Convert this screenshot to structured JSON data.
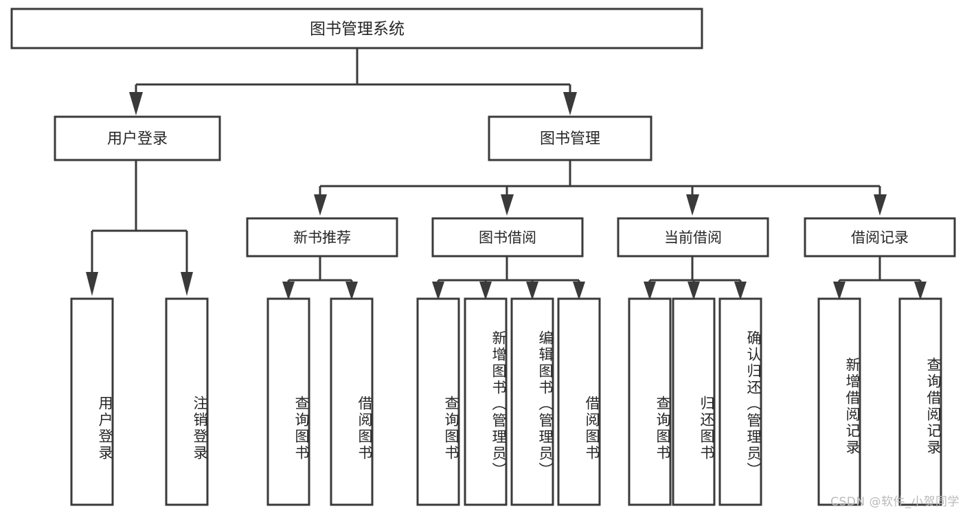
{
  "diagram": {
    "type": "tree",
    "title": "图书管理系统",
    "root": {
      "id": "root",
      "label": "图书管理系统"
    },
    "level1": [
      {
        "id": "user-login",
        "label": "用户登录"
      },
      {
        "id": "book-manage",
        "label": "图书管理"
      }
    ],
    "level2": [
      {
        "id": "new-book-recommend",
        "label": "新书推荐",
        "parent": "book-manage"
      },
      {
        "id": "book-borrow",
        "label": "图书借阅",
        "parent": "book-manage"
      },
      {
        "id": "current-borrow",
        "label": "当前借阅",
        "parent": "book-manage"
      },
      {
        "id": "borrow-record",
        "label": "借阅记录",
        "parent": "book-manage"
      }
    ],
    "leaves": [
      {
        "id": "leaf-user-login",
        "label": "用户登录",
        "parent": "user-login"
      },
      {
        "id": "leaf-logout",
        "label": "注销登录",
        "parent": "user-login"
      },
      {
        "id": "leaf-query-book-1",
        "label": "查询图书",
        "parent": "new-book-recommend"
      },
      {
        "id": "leaf-borrow-book-1",
        "label": "借阅图书",
        "parent": "new-book-recommend"
      },
      {
        "id": "leaf-query-book-2",
        "label": "查询图书",
        "parent": "book-borrow"
      },
      {
        "id": "leaf-add-book",
        "label": "新增图书（管理员）",
        "parent": "book-borrow"
      },
      {
        "id": "leaf-edit-book",
        "label": "编辑图书（管理员）",
        "parent": "book-borrow"
      },
      {
        "id": "leaf-borrow-book-2",
        "label": "借阅图书",
        "parent": "book-borrow"
      },
      {
        "id": "leaf-query-book-3",
        "label": "查询图书",
        "parent": "current-borrow"
      },
      {
        "id": "leaf-return-book",
        "label": "归还图书",
        "parent": "current-borrow"
      },
      {
        "id": "leaf-confirm-return",
        "label": "确认归还（管理员）",
        "parent": "current-borrow"
      },
      {
        "id": "leaf-add-record",
        "label": "新增借阅记录",
        "parent": "borrow-record"
      },
      {
        "id": "leaf-query-record",
        "label": "查询借阅记录",
        "parent": "borrow-record"
      }
    ],
    "colors": {
      "box_fill": "#ffffff",
      "box_stroke": "#3a3a3a",
      "connector": "#3a3a3a",
      "text": "#262626",
      "background": "#ffffff",
      "watermark": "#b9b9b9"
    }
  },
  "watermark": {
    "text": "CSDN @软件_小贺同学"
  }
}
